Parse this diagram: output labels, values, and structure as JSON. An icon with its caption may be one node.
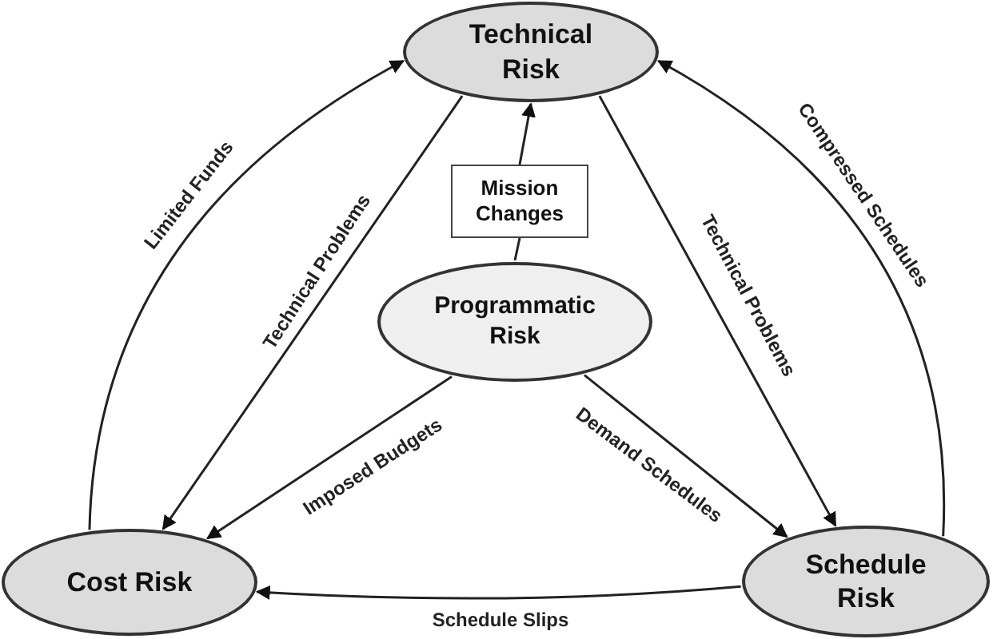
{
  "diagram": {
    "nodes": [
      {
        "text": [
          "Technical Risk"
        ]
      },
      {
        "text": [
          "Mission Changes"
        ]
      },
      {
        "text": [
          "Programmatic Risk"
        ]
      },
      {
        "text": [
          "Cost Risk"
        ]
      },
      {
        "text": [
          "Schedule Risk"
        ]
      }
    ],
    "edges": [
      {
        "from": 3,
        "to": 0,
        "arrow": "to",
        "label": "Limited Funds"
      },
      {
        "from": 0,
        "to": 3,
        "arrow": "to",
        "label": "Technical Problems"
      },
      {
        "from": 0,
        "to": 4,
        "arrow": "to",
        "label": "Technical Problems"
      },
      {
        "from": 4,
        "to": 0,
        "arrow": "to",
        "label": "Compressed Schedules"
      },
      {
        "from": 2,
        "to": 1,
        "arrow": "none"
      },
      {
        "from": 1,
        "to": 0,
        "arrow": "to"
      },
      {
        "from": 2,
        "to": 3,
        "arrow": "to",
        "label": "Imposed Budgets"
      },
      {
        "from": 2,
        "to": 4,
        "arrow": "to",
        "label": "Demand Schedules"
      },
      {
        "from": 4,
        "to": 3,
        "arrow": "to",
        "label": "Schedule Slips"
      }
    ]
  }
}
